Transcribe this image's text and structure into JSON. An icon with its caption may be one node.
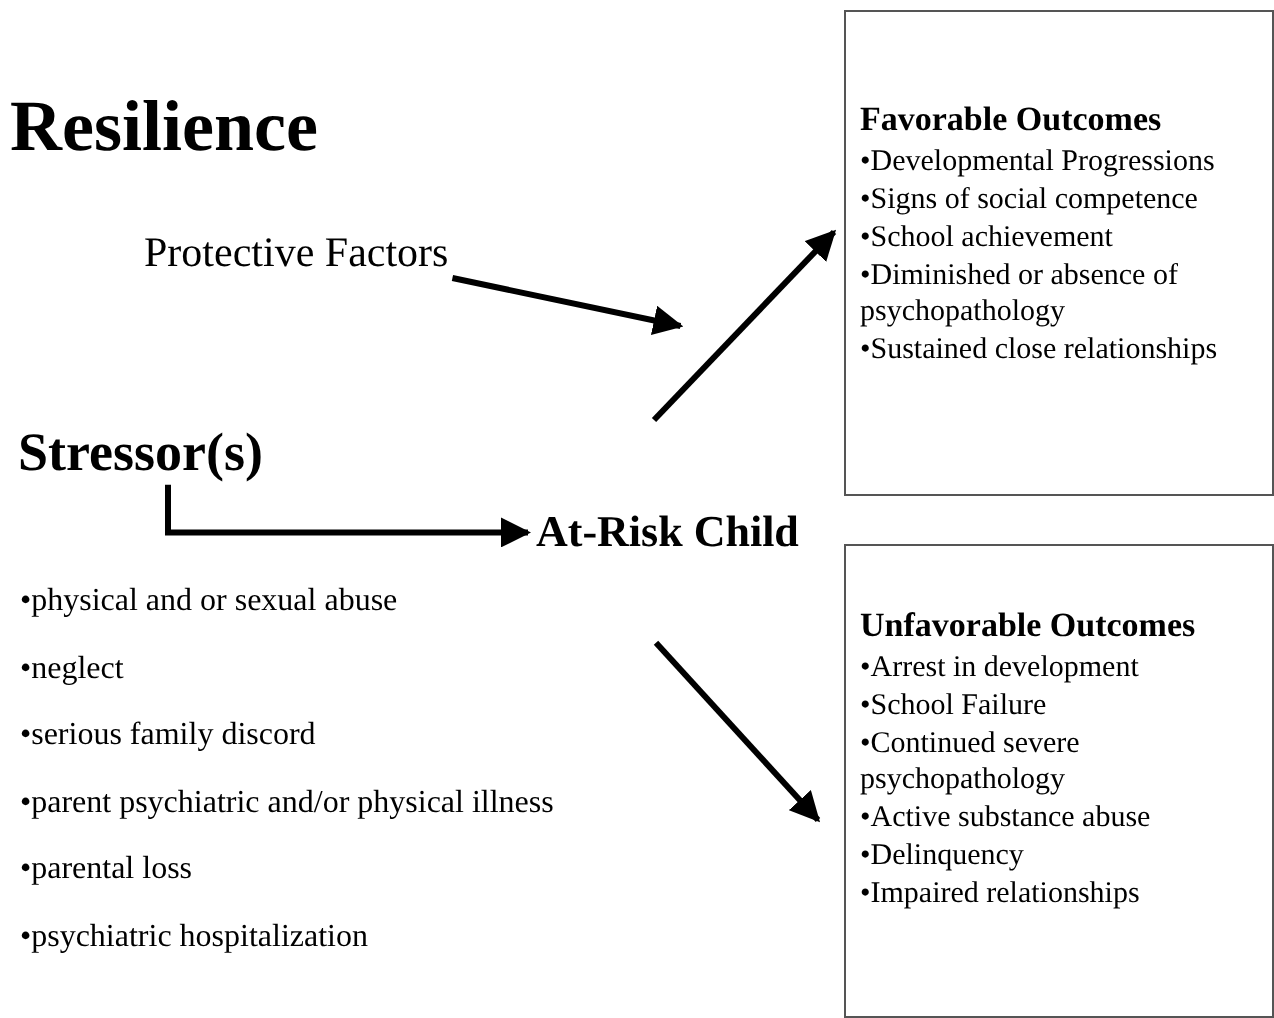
{
  "diagram": {
    "title": "Resilience",
    "nodes": [
      {
        "text": [
          "Protective Factors"
        ]
      },
      {
        "text": [
          "Stressor(s)"
        ]
      },
      {
        "text": [
          "At-Risk Child"
        ]
      },
      {
        "text": [
          "Favorable Outcomes",
          "•Developmental Progressions",
          "•Signs of social competence",
          "•School achievement",
          "•Diminished or absence of psychopathology",
          "•Sustained close relationships"
        ]
      },
      {
        "text": [
          "Unfavorable Outcomes",
          "•Arrest in development",
          "•School Failure",
          "•Continued severe psychopathology",
          "•Active substance abuse",
          "•Delinquency",
          "•Impaired relationships"
        ]
      }
    ],
    "edges": [
      {
        "from": 1,
        "to": 2,
        "arrow": "to"
      },
      {
        "from": 2,
        "to": 3,
        "arrow": "to"
      },
      {
        "from": 2,
        "to": 4,
        "arrow": "to"
      },
      {
        "from": 0,
        "to": null,
        "arrow": "to"
      }
    ],
    "labels": [
      "•physical and or sexual abuse",
      "•neglect",
      "•serious family discord",
      "•parent psychiatric and/or physical illness",
      "•parental loss",
      "•psychiatric hospitalization"
    ]
  }
}
